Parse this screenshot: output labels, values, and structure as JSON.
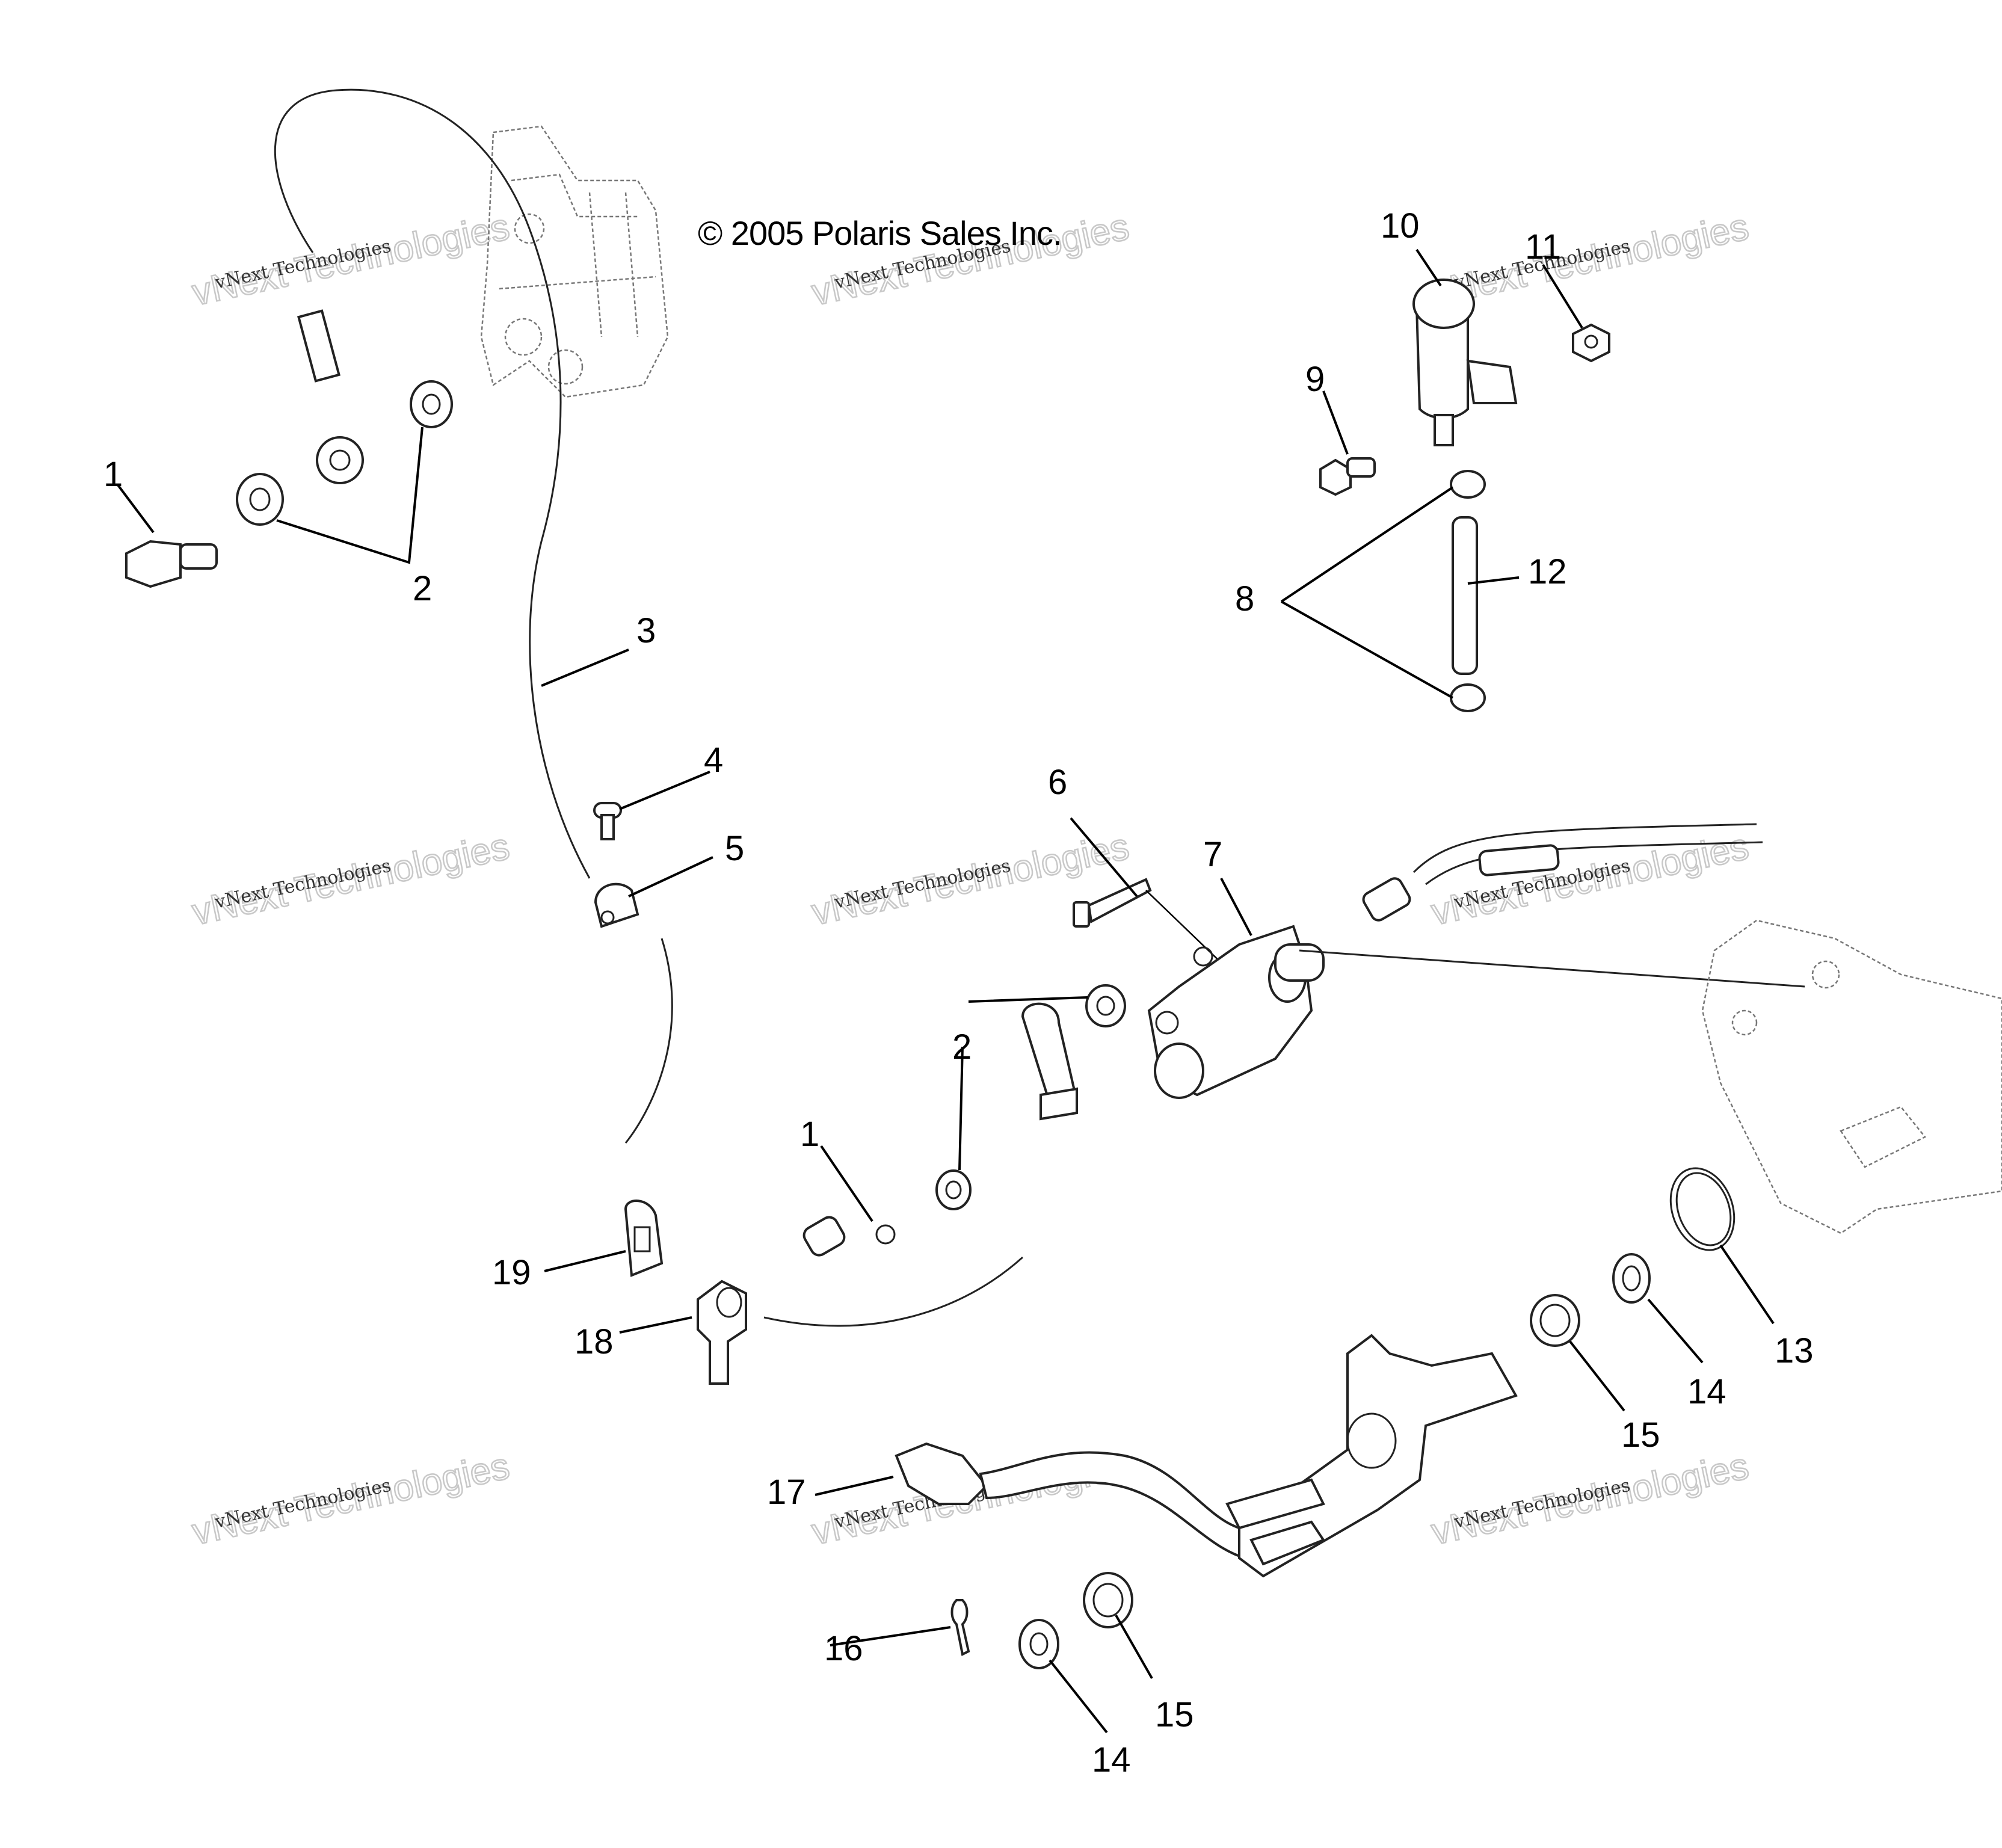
{
  "copyright": "© 2005 Polaris Sales Inc.",
  "watermark": {
    "line1": "vNext Technologies",
    "line2": "vNext Technologies"
  },
  "callouts": {
    "c1a": "1",
    "c1b": "1",
    "c2a": "2",
    "c2b": "2",
    "c3": "3",
    "c4": "4",
    "c5": "5",
    "c6": "6",
    "c7": "7",
    "c8": "8",
    "c9": "9",
    "c10": "10",
    "c11": "11",
    "c12": "12",
    "c13": "13",
    "c14a": "14",
    "c14b": "14",
    "c15a": "15",
    "c15b": "15",
    "c16": "16",
    "c17": "17",
    "c18": "18",
    "c19": "19"
  }
}
